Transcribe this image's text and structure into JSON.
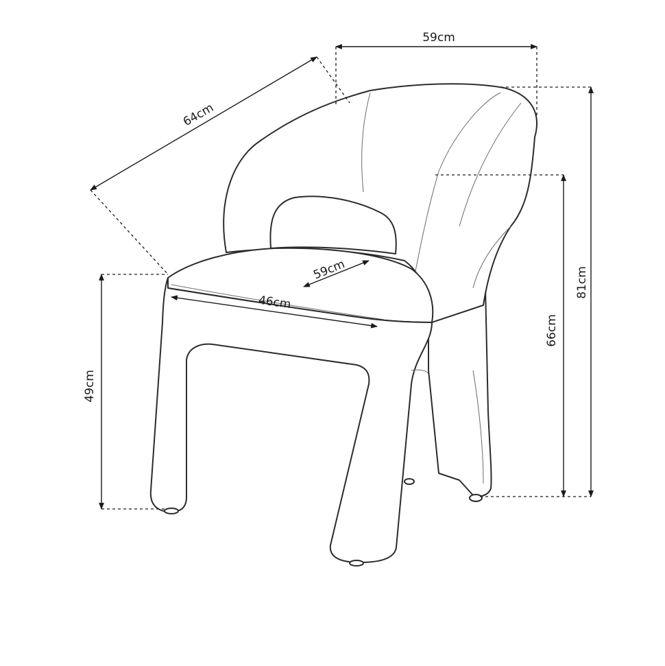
{
  "diagram": {
    "subject": "armchair",
    "colors": {
      "line": "#2b2b2b",
      "background": "#ffffff"
    },
    "dimensions": {
      "back_width": "59cm",
      "depth": "64cm",
      "total_height": "81cm",
      "armrest_height": "66cm",
      "seat_height": "49cm",
      "seat_width": "46cm",
      "seat_depth": "59cm"
    }
  }
}
